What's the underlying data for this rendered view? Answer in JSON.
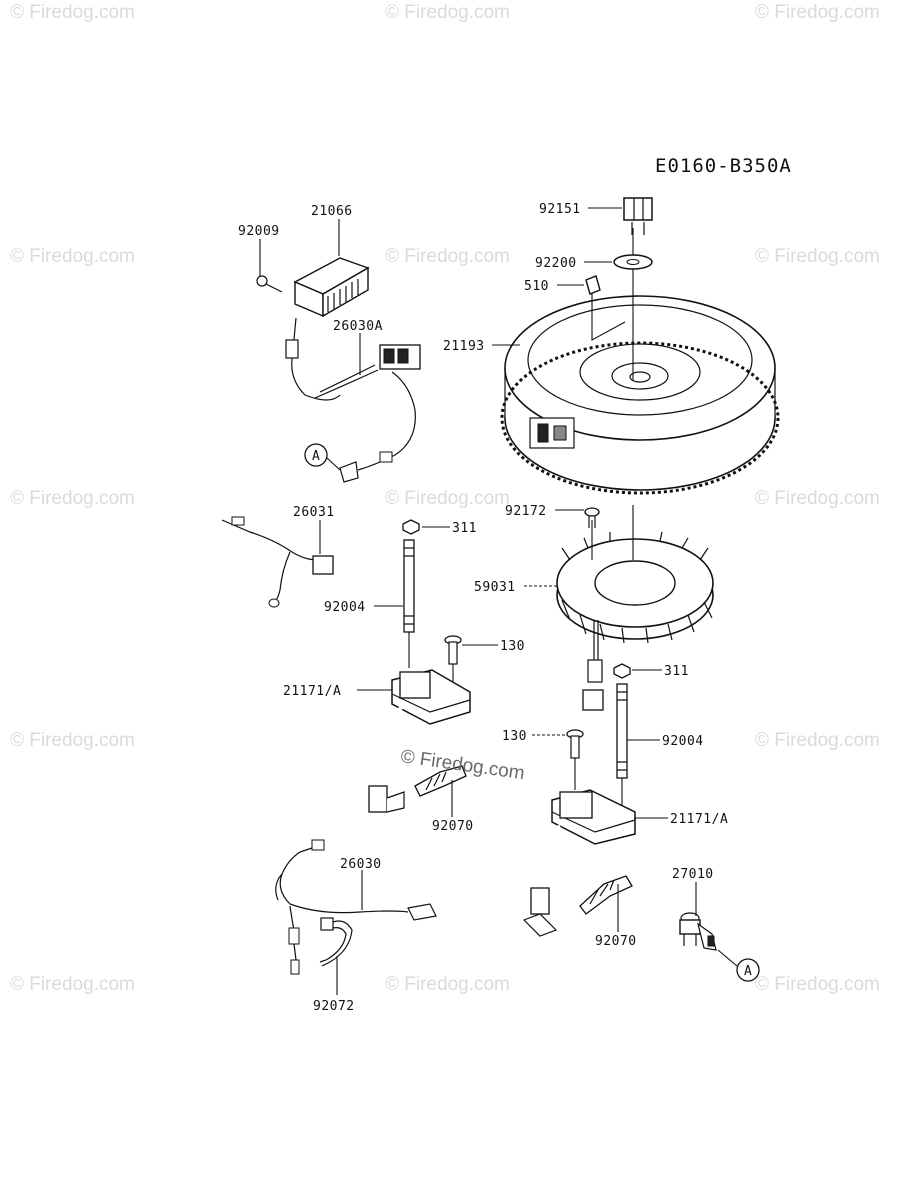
{
  "diagram": {
    "code": "E0160-B350A",
    "watermark_main": "© Firedog.com",
    "watermark_repeat": "© Firedog.com",
    "callout_a": "A",
    "parts": {
      "p92151": "92151",
      "p92200": "92200",
      "p510": "510",
      "p21193": "21193",
      "p21066": "21066",
      "p92009": "92009",
      "p26030A": "26030A",
      "p26031": "26031",
      "p311_top": "311",
      "p92172": "92172",
      "p59031": "59031",
      "p92004_left": "92004",
      "p130_left": "130",
      "p21171A_left": "21171/A",
      "p92070_left": "92070",
      "p311_right": "311",
      "p130_right": "130",
      "p92004_right": "92004",
      "p21171A_right": "21171/A",
      "p26030": "26030",
      "p27010": "27010",
      "p92070_right": "92070",
      "p92072": "92072"
    }
  }
}
